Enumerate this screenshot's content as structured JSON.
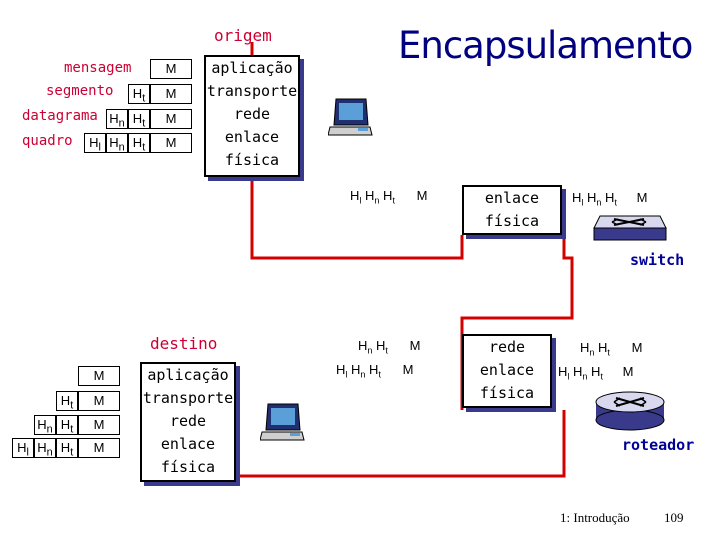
{
  "title": "Encapsulamento",
  "origin": {
    "label": "origem",
    "stack": [
      "aplicação",
      "transporte",
      "rede",
      "enlace",
      "física"
    ],
    "row_labels": [
      "mensagem",
      "segmento",
      "datagrama",
      "quadro"
    ],
    "message": "M",
    "ht": "H",
    "ht_sub": "t",
    "hn": "H",
    "hn_sub": "n",
    "hl": "H",
    "hl_sub": "l"
  },
  "switch": {
    "stack": [
      "enlace",
      "física"
    ],
    "label": "switch",
    "left_frame": {
      "hl": "H",
      "hl_sub": "l",
      "hn": "H",
      "hn_sub": "n",
      "ht": "H",
      "ht_sub": "t",
      "m": "M"
    },
    "right_frame": {
      "hl": "H",
      "hl_sub": "l",
      "hn": "H",
      "hn_sub": "n",
      "ht": "H",
      "ht_sub": "t",
      "m": "M"
    }
  },
  "router": {
    "stack": [
      "rede",
      "enlace",
      "física"
    ],
    "label": "roteador",
    "left_datagram": {
      "hn": "H",
      "hn_sub": "n",
      "ht": "H",
      "ht_sub": "t",
      "m": "M"
    },
    "left_frame": {
      "hl": "H",
      "hl_sub": "l",
      "hn": "H",
      "hn_sub": "n",
      "ht": "H",
      "ht_sub": "t",
      "m": "M"
    },
    "right_datagram": {
      "hn": "H",
      "hn_sub": "n",
      "ht": "H",
      "ht_sub": "t",
      "m": "M"
    },
    "right_frame": {
      "hl": "H",
      "hl_sub": "l",
      "hn": "H",
      "hn_sub": "n",
      "ht": "H",
      "ht_sub": "t",
      "m": "M"
    }
  },
  "destination": {
    "label": "destino",
    "stack": [
      "aplicação",
      "transporte",
      "rede",
      "enlace",
      "física"
    ],
    "message": "M",
    "ht": "H",
    "ht_sub": "t",
    "hn": "H",
    "hn_sub": "n",
    "hl": "H",
    "hl_sub": "l"
  },
  "footer": {
    "section": "1: Introdução",
    "page": "109"
  },
  "colors": {
    "red_path": "#d40000",
    "label_red": "#cc0033",
    "title_blue": "#000080",
    "shadow": "#3a3a8c"
  },
  "icons": [
    "computer-icon-origin",
    "computer-icon-destination",
    "switch-icon",
    "router-icon"
  ]
}
